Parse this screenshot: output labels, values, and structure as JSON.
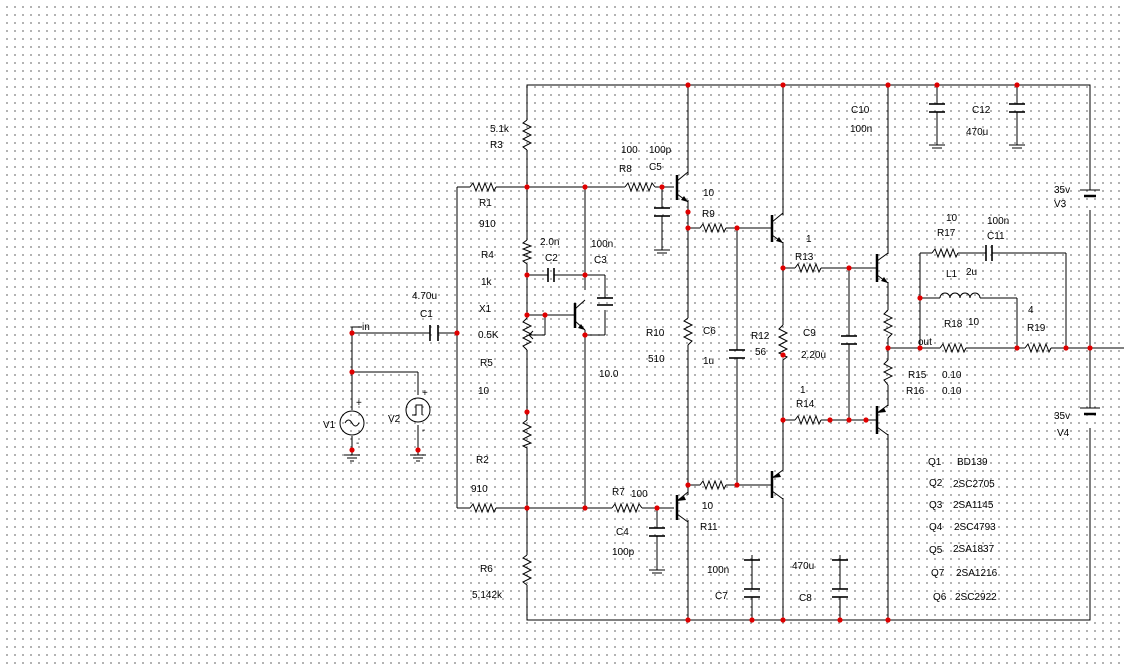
{
  "labels": {
    "in": "in",
    "out": "out",
    "V1": "V1",
    "V2": "V2",
    "V3": "V3",
    "V4": "V4",
    "v3_val": "35v",
    "v4_val": "35v",
    "C1": "C1",
    "C1_val": "4.70u",
    "R1": "R1",
    "R1_val": "910",
    "R2": "R2",
    "R2_val": "910",
    "R3": "R3",
    "R3_val": "5.1k",
    "R4": "R4",
    "R4_val": "1k",
    "X1": "X1",
    "X1_val": "0.5K",
    "R5": "R5",
    "R5_val": "10",
    "R6": "R6",
    "R6_val": "5.142k",
    "C2": "C2",
    "C2_val": "2.0n",
    "C3": "C3",
    "C3_val": "100n",
    "q_bias_val": "10.0",
    "R8": "R8",
    "R8_val": "100",
    "C5": "C5",
    "C5_val": "100p",
    "q1_val": "10",
    "R9": "R9",
    "R10": "R10",
    "R10_val": "510",
    "C6": "C6",
    "C6_val": "1u",
    "R7": "R7",
    "R7_val": "100",
    "C4": "C4",
    "C4_val": "100p",
    "q2_val": "10",
    "R11": "R11",
    "R12": "R12",
    "R12_val": "56",
    "C9": "C9",
    "C9_val": "2.20u",
    "q3_val": "1",
    "R13": "R13",
    "R14_val": "1",
    "R14": "R14",
    "C7": "C7",
    "C7_val": "100n",
    "C8": "C8",
    "C8_val": "470u",
    "C10": "C10",
    "C10_val": "100n",
    "C12": "C12",
    "C12_val": "470u",
    "R17_val": "10",
    "R17": "R17",
    "C11": "C11",
    "C11_val": "100n",
    "L1": "L1",
    "L1_val": "2u",
    "R18": "R18",
    "R18_val": "10",
    "R19_val": "4",
    "R19": "R19",
    "R15": "R15",
    "R15_val": "0.10",
    "R16": "R16",
    "R16_val": "0.10"
  },
  "parts_list": [
    {
      "ref": "Q1",
      "part": "BD139"
    },
    {
      "ref": "Q2",
      "part": "2SC2705"
    },
    {
      "ref": "Q3",
      "part": "2SA1145"
    },
    {
      "ref": "Q4",
      "part": "2SC4793"
    },
    {
      "ref": "Q5",
      "part": "2SA1837"
    },
    {
      "ref": "Q7",
      "part": "2SA1216"
    },
    {
      "ref": "Q6",
      "part": "2SC2922"
    }
  ]
}
